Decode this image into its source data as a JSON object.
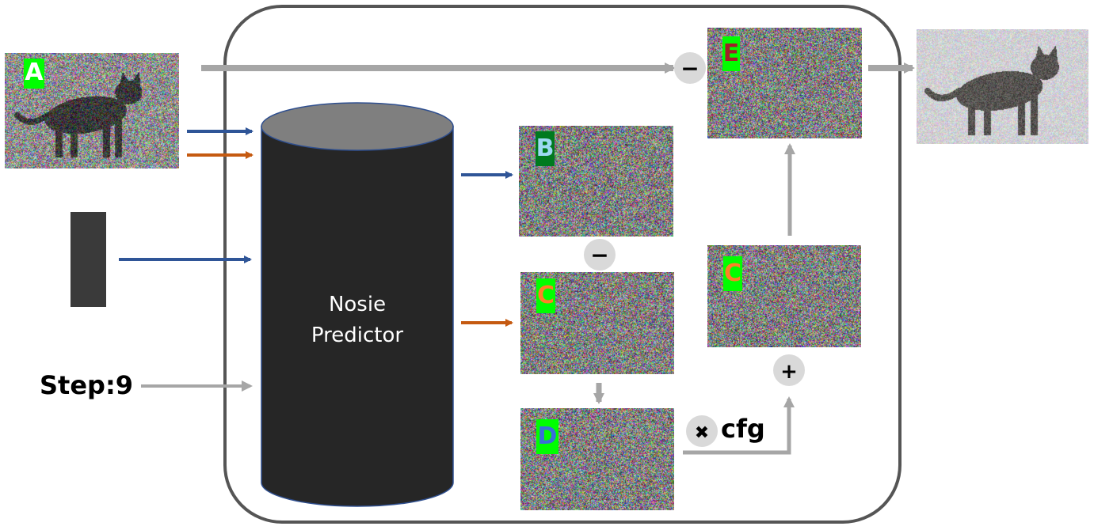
{
  "predictor": {
    "line1": "Nosie",
    "line2": "Predictor"
  },
  "step_label": "Step:9",
  "cfg_label": "cfg",
  "badges": {
    "a": "A",
    "b": "B",
    "c1": "C",
    "c2": "C",
    "d": "D",
    "e": "E"
  },
  "operators": {
    "minus_top": "−",
    "minus_mid": "−",
    "plus": "+",
    "times": "✖"
  },
  "colors": {
    "container_border": "#555555",
    "cylinder_body": "#262626",
    "cylinder_top": "#7f7f7f",
    "cylinder_outline": "#2f4f8f",
    "arrow_blue": "#2f5597",
    "arrow_orange": "#c55a11",
    "arrow_gray": "#a6a6a6",
    "badge_bg": "#00ff00",
    "badge_b_bg": "#007a1f",
    "badge_b_text": "#9dd9f3",
    "badge_a_text": "#ffffff",
    "badge_c_text": "#ff7f27",
    "badge_d_text": "#3a6fd8",
    "badge_e_text": "#a0202a",
    "operator_bg": "#d9d9d9"
  },
  "icons": {
    "input_image": "noisy-cat-image",
    "output_image": "denoised-cat-image",
    "text_embedding": "text-embedding-grid-icon"
  }
}
